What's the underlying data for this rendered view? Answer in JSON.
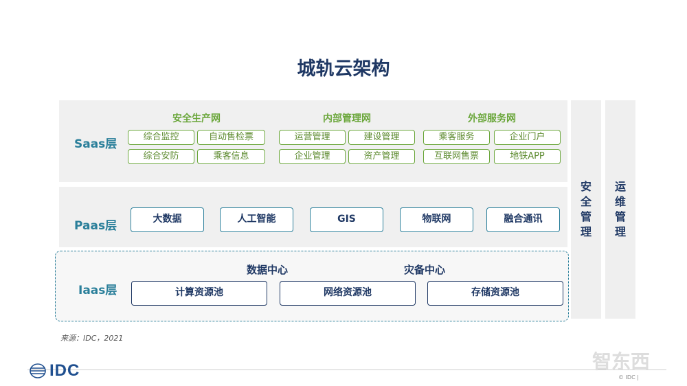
{
  "title": "城轨云架构",
  "saas": {
    "label": "Saas层",
    "groups": [
      {
        "title": "安全生产网",
        "items": [
          "综合监控",
          "自动售检票",
          "综合安防",
          "乘客信息"
        ]
      },
      {
        "title": "内部管理网",
        "items": [
          "运营管理",
          "建设管理",
          "企业管理",
          "资产管理"
        ]
      },
      {
        "title": "外部服务网",
        "items": [
          "乘客服务",
          "企业门户",
          "互联网售票",
          "地铁APP"
        ]
      }
    ]
  },
  "paas": {
    "label": "Paas层",
    "items": [
      "大数据",
      "人工智能",
      "GIS",
      "物联网",
      "融合通讯"
    ]
  },
  "iaas": {
    "label": "Iaas层",
    "centers": [
      "数据中心",
      "灾备中心"
    ],
    "items": [
      "计算资源池",
      "网络资源池",
      "存储资源池"
    ]
  },
  "side": {
    "security": "安全管理",
    "ops": "运维管理"
  },
  "source": "来源：IDC，2021",
  "footer": {
    "logo": "IDC",
    "watermark": "智东西",
    "copyright": "© IDC |"
  },
  "colors": {
    "title": "#1f3864",
    "layer_label": "#2a7f9a",
    "saas_green": "#6aa63a",
    "panel_bg": "#f0f0f0"
  }
}
